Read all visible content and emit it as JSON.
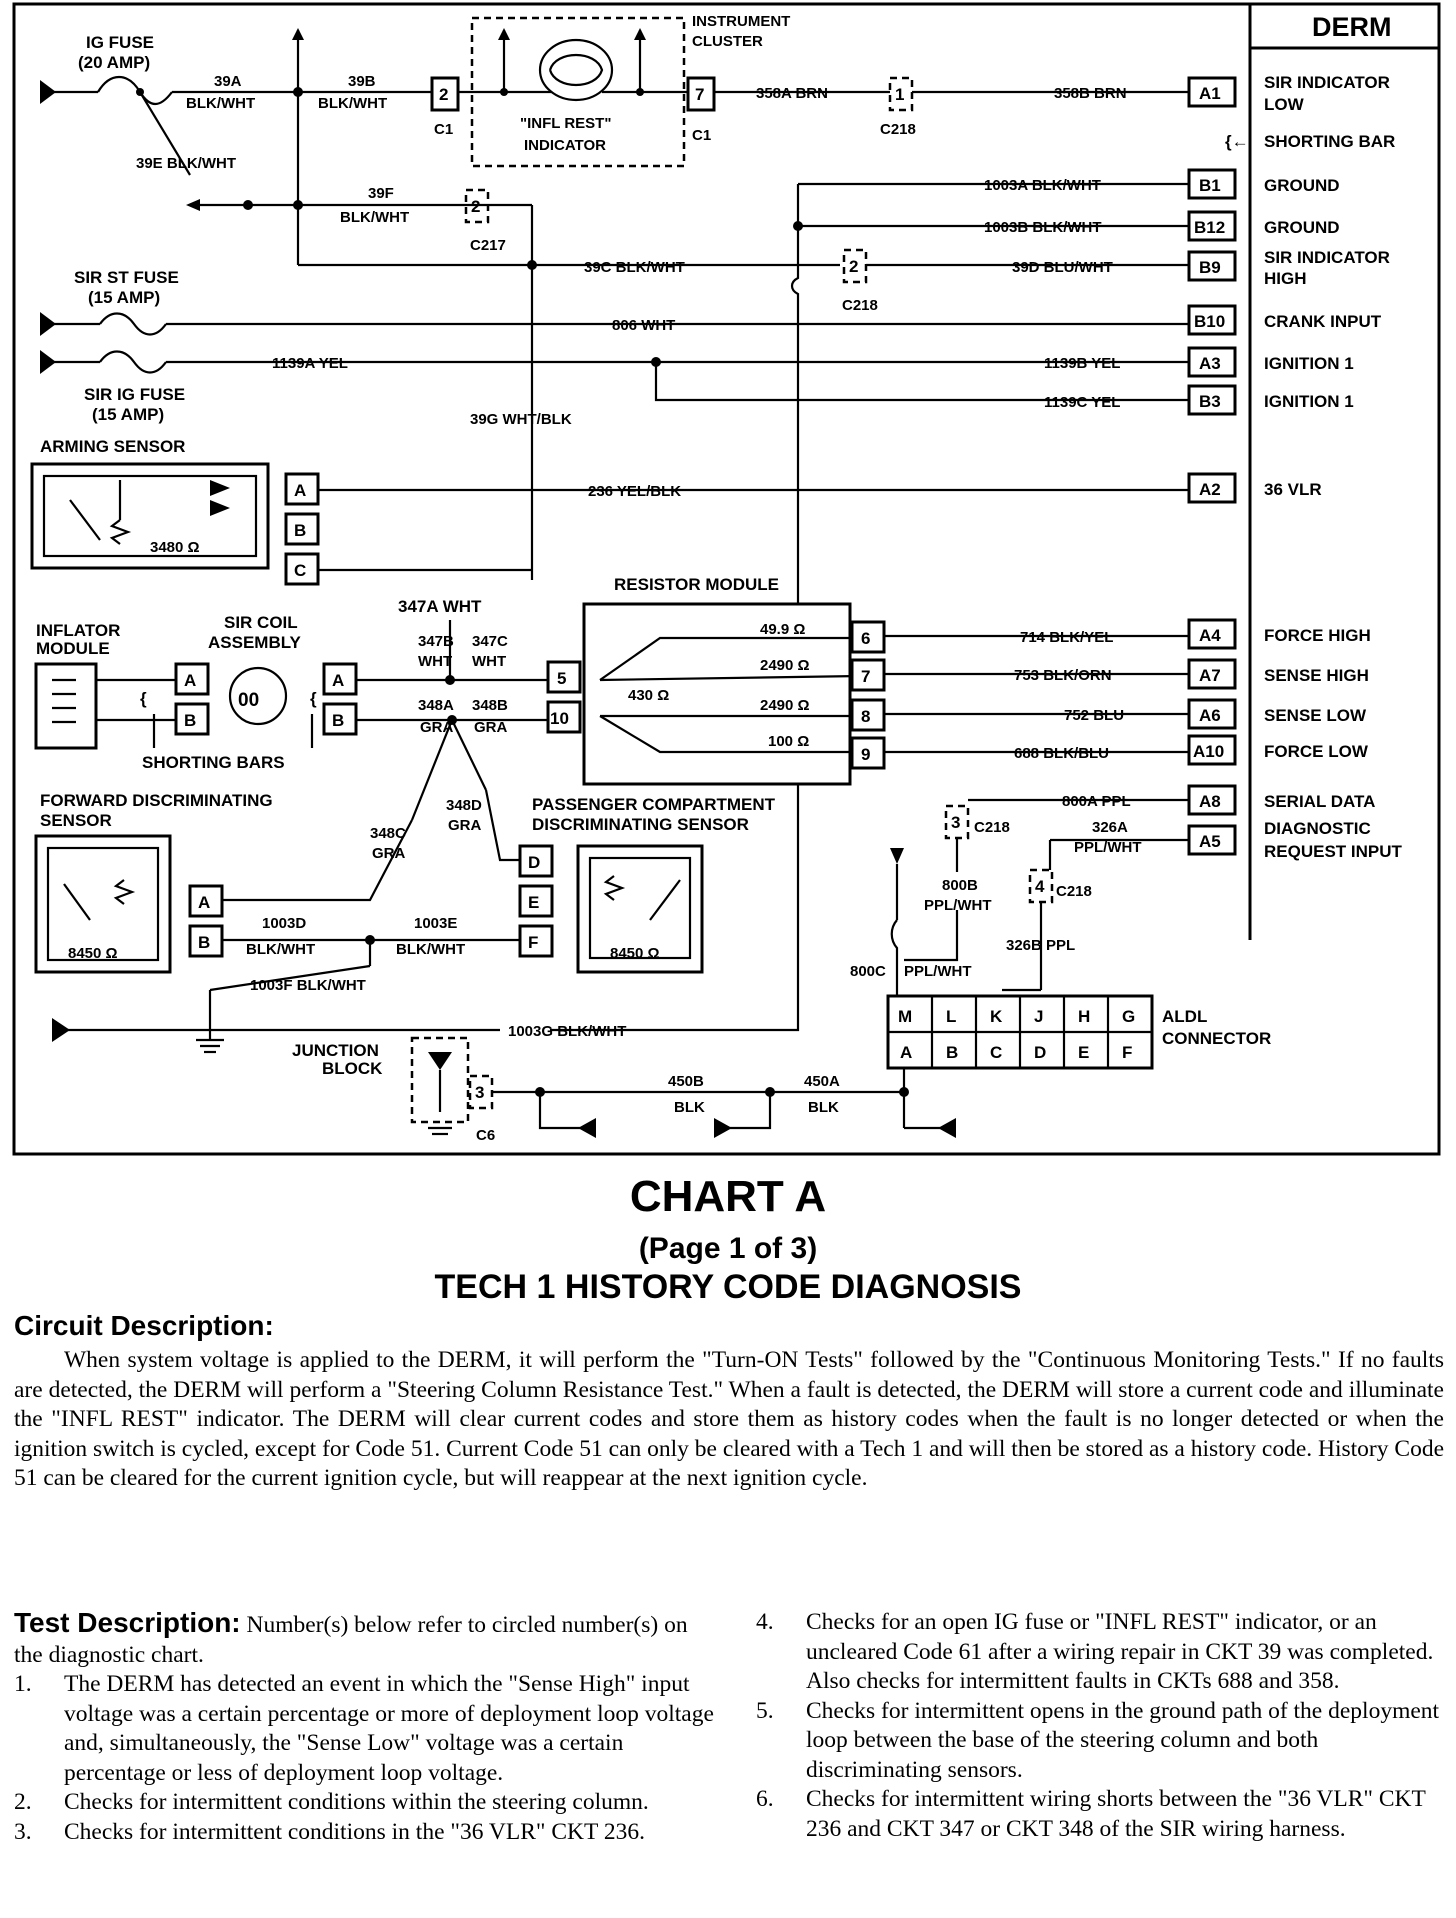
{
  "diagram": {
    "derm_title": "DERM",
    "derm_pins": [
      {
        "pin": "A1",
        "label": "SIR INDICATOR LOW"
      },
      {
        "pin": "",
        "label": "SHORTING BAR"
      },
      {
        "pin": "B1",
        "label": "GROUND"
      },
      {
        "pin": "B12",
        "label": "GROUND"
      },
      {
        "pin": "B9",
        "label": "SIR INDICATOR HIGH"
      },
      {
        "pin": "B10",
        "label": "CRANK INPUT"
      },
      {
        "pin": "A3",
        "label": "IGNITION 1"
      },
      {
        "pin": "B3",
        "label": "IGNITION 1"
      },
      {
        "pin": "A2",
        "label": "36 VLR"
      },
      {
        "pin": "A4",
        "label": "FORCE HIGH"
      },
      {
        "pin": "A7",
        "label": "SENSE HIGH"
      },
      {
        "pin": "A6",
        "label": "SENSE LOW"
      },
      {
        "pin": "A10",
        "label": "FORCE LOW"
      },
      {
        "pin": "A8",
        "label": "SERIAL DATA"
      },
      {
        "pin": "A5",
        "label": "DIAGNOSTIC REQUEST INPUT"
      }
    ],
    "components": {
      "ig_fuse": "IG FUSE (20 AMP)",
      "sir_st_fuse": "SIR ST FUSE (15 AMP)",
      "sir_ig_fuse": "SIR IG FUSE (15 AMP)",
      "instrument_cluster": "INSTRUMENT CLUSTER",
      "infl_rest_indicator": "\"INFL REST\" INDICATOR",
      "arming_sensor": "ARMING SENSOR",
      "arming_ohms": "3480 Ω",
      "inflator_module": "INFLATOR MODULE",
      "sir_coil": "SIR COIL ASSEMBLY",
      "shorting_bars": "SHORTING BARS",
      "resistor_module": "RESISTOR MODULE",
      "resistor_values": [
        "49.9 Ω",
        "2490 Ω",
        "2490 Ω",
        "100 Ω",
        "430 Ω"
      ],
      "forward_sensor": "FORWARD DISCRIMINATING SENSOR",
      "forward_ohms": "8450 Ω",
      "passenger_sensor": "PASSENGER COMPARTMENT DISCRIMINATING SENSOR",
      "passenger_ohms": "8450 Ω",
      "junction_block": "JUNCTION BLOCK",
      "aldl_connector": "ALDL CONNECTOR",
      "aldl_top_pins": [
        "M",
        "L",
        "K",
        "J",
        "H",
        "G"
      ],
      "aldl_bottom_pins": [
        "A",
        "B",
        "C",
        "D",
        "E",
        "F"
      ]
    },
    "connectors": [
      "C1",
      "C1",
      "C218",
      "C217",
      "C218",
      "C218",
      "C218",
      "C6"
    ],
    "wires": {
      "w39a": "39A BLK/WHT",
      "w39b": "39B BLK/WHT",
      "w39e": "39E BLK/WHT",
      "w39f": "39F BLK/WHT",
      "w39c": "39C BLK/WHT",
      "w39d": "39D BLU/WHT",
      "w39g": "39G WHT/BLK",
      "w358a": "358A BRN",
      "w358b": "358B BRN",
      "w1003a": "1003A BLK/WHT",
      "w1003b": "1003B BLK/WHT",
      "w806": "806 WHT",
      "w1139a": "1139A YEL",
      "w1139b": "1139B YEL",
      "w1139c": "1139C YEL",
      "w236": "236 YEL/BLK",
      "w347a": "347A WHT",
      "w347b": "347B WHT",
      "w347c": "347C WHT",
      "w348a": "348A GRA",
      "w348b": "348B GRA",
      "w348c": "348C GRA",
      "w348d": "348D GRA",
      "w714": "714 BLK/YEL",
      "w753": "753 BLK/ORN",
      "w752": "752 BLU",
      "w688": "688 BLK/BLU",
      "w800a": "800A PPL",
      "w800b": "800B PPL/WHT",
      "w800c": "800C PPL/WHT",
      "w326a": "326A PPL/WHT",
      "w326b": "326B PPL",
      "w1003d": "1003D BLK/WHT",
      "w1003e": "1003E BLK/WHT",
      "w1003f": "1003F BLK/WHT",
      "w1003g": "1003G BLK/WHT",
      "w450a": "450A BLK",
      "w450b": "450B BLK"
    }
  },
  "chart_title": "CHART A",
  "chart_page": "(Page 1 of 3)",
  "chart_subtitle": "TECH 1 HISTORY CODE DIAGNOSIS",
  "circuit_description": {
    "heading": "Circuit Description:",
    "text": "When system voltage is applied to the DERM, it will perform the \"Turn-ON Tests\" followed by the \"Continuous Monitoring Tests.\" If no faults are detected, the DERM will perform a \"Steering Column Resistance Test.\" When a fault is detected, the DERM will store a current code and illuminate the \"INFL REST\" indicator. The DERM will clear current codes and store them as history codes when the fault is no longer detected or when the ignition switch is cycled, except for Code 51. Current Code 51 can only be cleared with a Tech 1 and will then be stored as a history code. History Code 51 can be cleared for the current ignition cycle, but will reappear at the next ignition cycle."
  },
  "test_description": {
    "heading": "Test Description:",
    "intro": "Number(s) below refer to circled number(s) on the diagnostic chart.",
    "items": [
      {
        "num": "1.",
        "text": "The DERM has detected an event in which the \"Sense High\" input voltage was a certain percentage or more of deployment loop voltage and, simultaneously, the \"Sense Low\" voltage was a certain percentage or less of deployment loop voltage."
      },
      {
        "num": "2.",
        "text": "Checks for intermittent conditions within the steering column."
      },
      {
        "num": "3.",
        "text": "Checks for intermittent conditions in the \"36 VLR\" CKT 236."
      },
      {
        "num": "4.",
        "text": "Checks for an open IG fuse or \"INFL REST\" indicator, or an uncleared Code 61 after a wiring repair in CKT 39 was completed. Also checks for intermittent faults in CKTs 688 and 358."
      },
      {
        "num": "5.",
        "text": "Checks for intermittent opens in the ground path of the deployment loop between the base of the steering column and both discriminating sensors."
      },
      {
        "num": "6.",
        "text": "Checks for intermittent wiring shorts between the \"36 VLR\" CKT 236 and CKT 347 or CKT 348 of the SIR wiring harness."
      }
    ]
  }
}
